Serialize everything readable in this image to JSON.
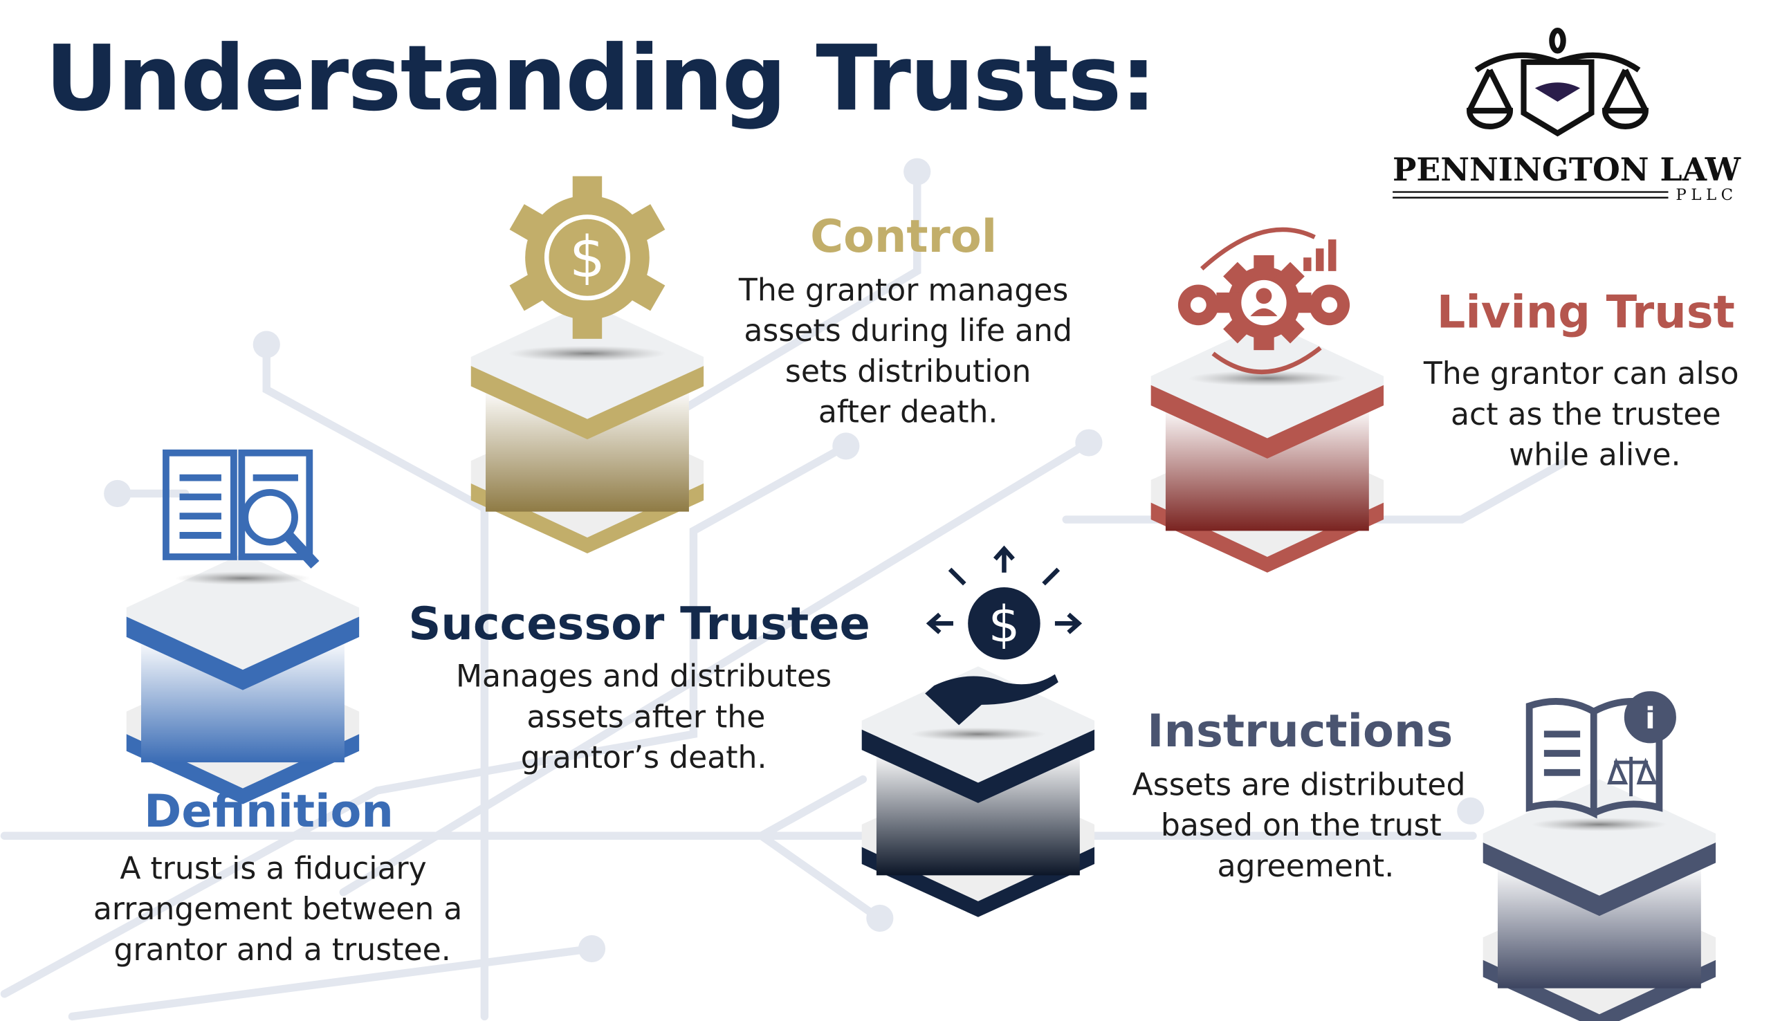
{
  "title": "Understanding Trusts:",
  "logo": {
    "name": "PENNINGTON LAW",
    "suffix": "PLLC"
  },
  "colors": {
    "navy": "#13294b",
    "gold": "#c2ae6a",
    "red": "#b5564e",
    "blue": "#3a6cb5",
    "dark": "#13233f",
    "slate": "#4a5470"
  },
  "sections": {
    "control": {
      "heading": "Control",
      "icon": "gear-dollar-icon",
      "lines": [
        "The grantor manages",
        "assets during life and",
        "sets distribution",
        "after death."
      ]
    },
    "living_trust": {
      "heading": "Living Trust",
      "icon": "gears-person-icon",
      "lines": [
        "The grantor can also",
        "act as the trustee",
        "while alive."
      ]
    },
    "successor_trustee": {
      "heading": "Successor Trustee",
      "icon": "hand-dollar-icon",
      "lines": [
        "Manages and distributes",
        "assets after the",
        "grantor’s death."
      ]
    },
    "instructions": {
      "heading": "Instructions",
      "icon": "book-scales-icon",
      "lines": [
        "Assets are distributed",
        "based on the trust",
        "agreement."
      ]
    },
    "definition": {
      "heading": "Definition",
      "icon": "document-search-icon",
      "lines": [
        "A trust is a fiduciary",
        "arrangement between a",
        "grantor and a trustee."
      ]
    }
  }
}
